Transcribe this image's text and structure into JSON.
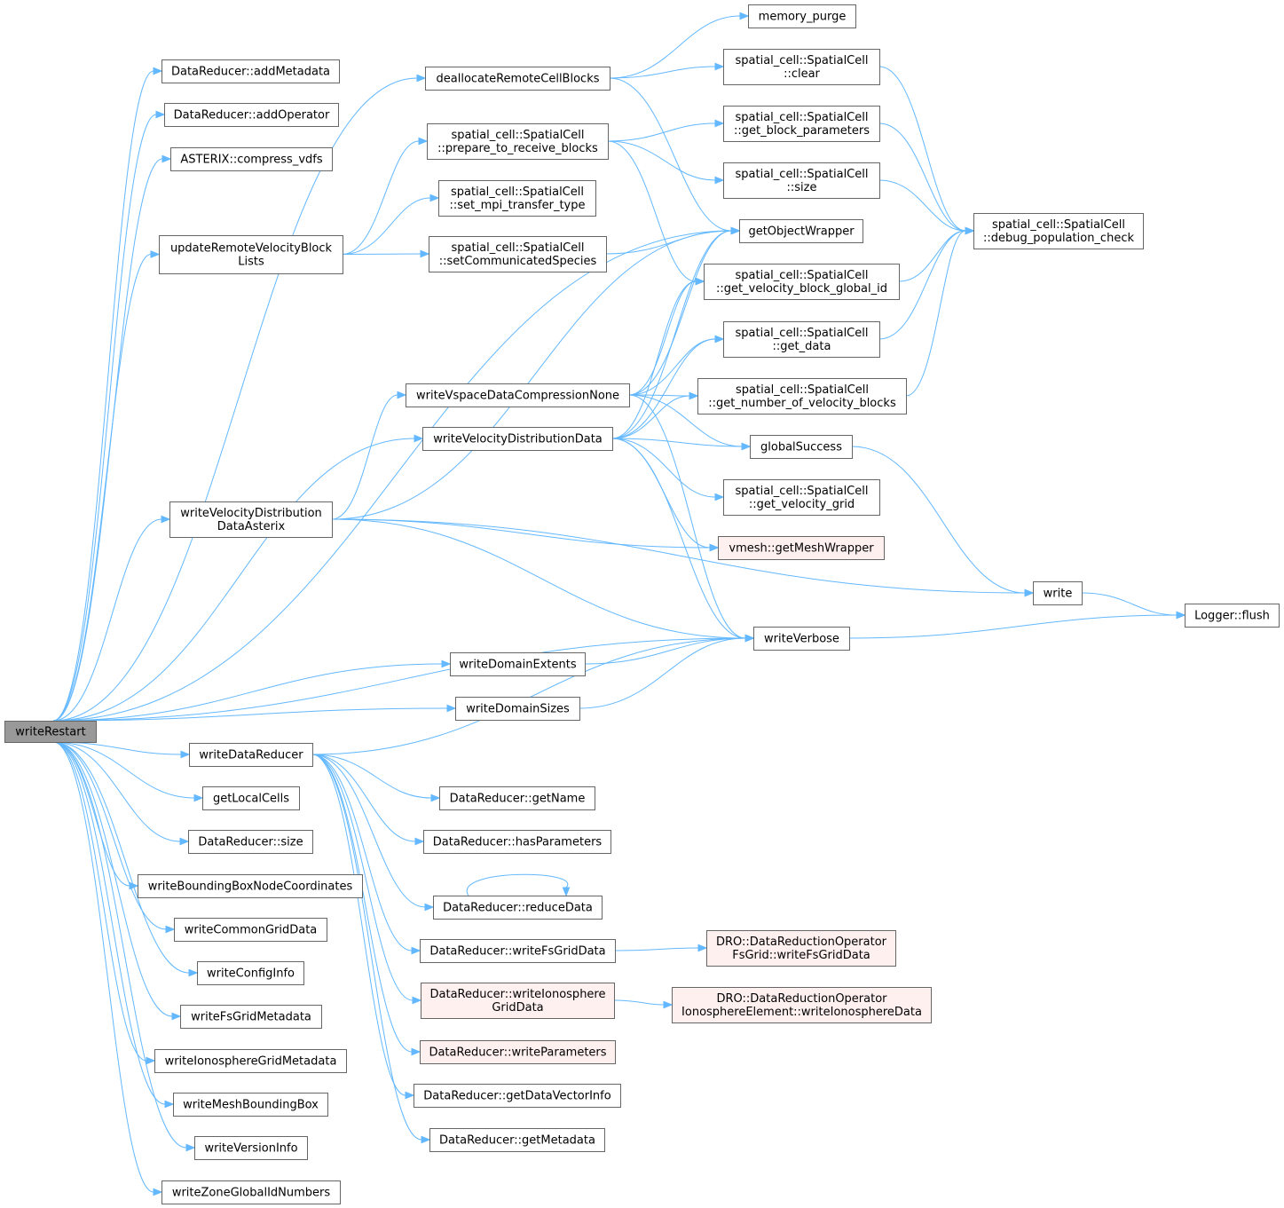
{
  "colors": {
    "edge": "#63b8ff",
    "node_fill": "#ffffff",
    "node_stroke": "#666666",
    "root_fill": "#999999",
    "error_fill": "#fff0f0",
    "error_stroke": "#ff0000"
  },
  "nodes": {
    "writeRestart": {
      "lines": [
        "writeRestart"
      ],
      "style": "root"
    },
    "addMetadata": {
      "lines": [
        "DataReducer::addMetadata"
      ]
    },
    "addOperator": {
      "lines": [
        "DataReducer::addOperator"
      ]
    },
    "compress_vdfs": {
      "lines": [
        "ASTERIX::compress_vdfs"
      ]
    },
    "updateRemote": {
      "lines": [
        "updateRemoteVelocityBlock",
        "Lists"
      ]
    },
    "wvdAsterix": {
      "lines": [
        "writeVelocityDistribution",
        "DataAsterix"
      ]
    },
    "writeDataReducer": {
      "lines": [
        "writeDataReducer"
      ]
    },
    "getLocalCells": {
      "lines": [
        "getLocalCells"
      ]
    },
    "drSize": {
      "lines": [
        "DataReducer::size"
      ]
    },
    "writeBBNC": {
      "lines": [
        "writeBoundingBoxNodeCoordinates"
      ]
    },
    "writeCommonGridData": {
      "lines": [
        "writeCommonGridData"
      ]
    },
    "writeConfigInfo": {
      "lines": [
        "writeConfigInfo"
      ]
    },
    "writeFsGridMetadata": {
      "lines": [
        "writeFsGridMetadata"
      ]
    },
    "writeIonoGridMeta": {
      "lines": [
        "writeIonosphereGridMetadata"
      ]
    },
    "writeMeshBB": {
      "lines": [
        "writeMeshBoundingBox"
      ]
    },
    "writeVersionInfo": {
      "lines": [
        "writeVersionInfo"
      ]
    },
    "writeZoneGIN": {
      "lines": [
        "writeZoneGlobalIdNumbers"
      ]
    },
    "deallocRemote": {
      "lines": [
        "deallocateRemoteCellBlocks"
      ]
    },
    "prepareRecv": {
      "lines": [
        "spatial_cell::SpatialCell",
        "::prepare_to_receive_blocks"
      ]
    },
    "setMpiTransfer": {
      "lines": [
        "spatial_cell::SpatialCell",
        "::set_mpi_transfer_type"
      ]
    },
    "setCommSpecies": {
      "lines": [
        "spatial_cell::SpatialCell",
        "::setCommunicatedSpecies"
      ]
    },
    "wvsdcNone": {
      "lines": [
        "writeVspaceDataCompressionNone"
      ]
    },
    "wvdData": {
      "lines": [
        "writeVelocityDistributionData"
      ]
    },
    "writeDomainExtents": {
      "lines": [
        "writeDomainExtents"
      ]
    },
    "writeDomainSizes": {
      "lines": [
        "writeDomainSizes"
      ]
    },
    "drGetName": {
      "lines": [
        "DataReducer::getName"
      ]
    },
    "drHasParams": {
      "lines": [
        "DataReducer::hasParameters"
      ]
    },
    "drReduceData": {
      "lines": [
        "DataReducer::reduceData"
      ]
    },
    "drWriteFsGrid": {
      "lines": [
        "DataReducer::writeFsGridData"
      ]
    },
    "drWriteIonoGrid": {
      "lines": [
        "DataReducer::writeIonosphere",
        "GridData"
      ],
      "style": "error"
    },
    "drWriteParams": {
      "lines": [
        "DataReducer::writeParameters"
      ],
      "style": "error"
    },
    "drGetDVI": {
      "lines": [
        "DataReducer::getDataVectorInfo"
      ]
    },
    "drGetMetadata": {
      "lines": [
        "DataReducer::getMetadata"
      ]
    },
    "memoryPurge": {
      "lines": [
        "memory_purge"
      ]
    },
    "scClear": {
      "lines": [
        "spatial_cell::SpatialCell",
        "::clear"
      ]
    },
    "scGetBlockParams": {
      "lines": [
        "spatial_cell::SpatialCell",
        "::get_block_parameters"
      ]
    },
    "scSize": {
      "lines": [
        "spatial_cell::SpatialCell",
        "::size"
      ]
    },
    "getObjectWrapper": {
      "lines": [
        "getObjectWrapper"
      ]
    },
    "scGetVBGI": {
      "lines": [
        "spatial_cell::SpatialCell",
        "::get_velocity_block_global_id"
      ]
    },
    "scGetData": {
      "lines": [
        "spatial_cell::SpatialCell",
        "::get_data"
      ]
    },
    "scGetNumVB": {
      "lines": [
        "spatial_cell::SpatialCell",
        "::get_number_of_velocity_blocks"
      ]
    },
    "globalSuccess": {
      "lines": [
        "globalSuccess"
      ]
    },
    "scGetVGrid": {
      "lines": [
        "spatial_cell::SpatialCell",
        "::get_velocity_grid"
      ]
    },
    "vmeshGetMW": {
      "lines": [
        "vmesh::getMeshWrapper"
      ],
      "style": "error"
    },
    "writeVerbose": {
      "lines": [
        "writeVerbose"
      ]
    },
    "droFsGrid": {
      "lines": [
        "DRO::DataReductionOperator",
        "FsGrid::writeFsGridData"
      ],
      "style": "error"
    },
    "droIono": {
      "lines": [
        "DRO::DataReductionOperator",
        "IonosphereElement::writeIonosphereData"
      ],
      "style": "error"
    },
    "scDebugPop": {
      "lines": [
        "spatial_cell::SpatialCell",
        "::debug_population_check"
      ]
    },
    "write": {
      "lines": [
        "write"
      ]
    },
    "loggerFlush": {
      "lines": [
        "Logger::flush"
      ]
    }
  },
  "edges": [
    [
      "writeRestart",
      "addMetadata"
    ],
    [
      "writeRestart",
      "addOperator"
    ],
    [
      "writeRestart",
      "compress_vdfs"
    ],
    [
      "writeRestart",
      "deallocRemote"
    ],
    [
      "writeRestart",
      "updateRemote"
    ],
    [
      "writeRestart",
      "getObjectWrapper"
    ],
    [
      "writeRestart",
      "wvdData"
    ],
    [
      "writeRestart",
      "wvdAsterix"
    ],
    [
      "writeRestart",
      "writeVerbose"
    ],
    [
      "writeRestart",
      "writeDomainExtents"
    ],
    [
      "writeRestart",
      "writeDomainSizes"
    ],
    [
      "writeRestart",
      "writeDataReducer"
    ],
    [
      "writeRestart",
      "getLocalCells"
    ],
    [
      "writeRestart",
      "drSize"
    ],
    [
      "writeRestart",
      "writeBBNC"
    ],
    [
      "writeRestart",
      "writeCommonGridData"
    ],
    [
      "writeRestart",
      "writeConfigInfo"
    ],
    [
      "writeRestart",
      "writeFsGridMetadata"
    ],
    [
      "writeRestart",
      "writeIonoGridMeta"
    ],
    [
      "writeRestart",
      "writeMeshBB"
    ],
    [
      "writeRestart",
      "writeVersionInfo"
    ],
    [
      "writeRestart",
      "writeZoneGIN"
    ],
    [
      "updateRemote",
      "prepareRecv"
    ],
    [
      "updateRemote",
      "setMpiTransfer"
    ],
    [
      "updateRemote",
      "setCommSpecies"
    ],
    [
      "deallocRemote",
      "memoryPurge"
    ],
    [
      "deallocRemote",
      "scClear"
    ],
    [
      "deallocRemote",
      "getObjectWrapper"
    ],
    [
      "prepareRecv",
      "scGetBlockParams"
    ],
    [
      "prepareRecv",
      "scSize"
    ],
    [
      "prepareRecv",
      "scGetVBGI"
    ],
    [
      "setCommSpecies",
      "getObjectWrapper"
    ],
    [
      "scClear",
      "scDebugPop"
    ],
    [
      "scGetBlockParams",
      "scDebugPop"
    ],
    [
      "scSize",
      "scDebugPop"
    ],
    [
      "scGetVBGI",
      "scDebugPop"
    ],
    [
      "scGetData",
      "scDebugPop"
    ],
    [
      "scGetNumVB",
      "scDebugPop"
    ],
    [
      "wvsdcNone",
      "getObjectWrapper"
    ],
    [
      "wvsdcNone",
      "scGetVBGI"
    ],
    [
      "wvsdcNone",
      "scGetData"
    ],
    [
      "wvsdcNone",
      "scGetNumVB"
    ],
    [
      "wvsdcNone",
      "globalSuccess"
    ],
    [
      "wvsdcNone",
      "writeVerbose"
    ],
    [
      "wvdData",
      "getObjectWrapper"
    ],
    [
      "wvdData",
      "scGetVBGI"
    ],
    [
      "wvdData",
      "scGetData"
    ],
    [
      "wvdData",
      "scGetNumVB"
    ],
    [
      "wvdData",
      "globalSuccess"
    ],
    [
      "wvdData",
      "scGetVGrid"
    ],
    [
      "wvdData",
      "vmeshGetMW"
    ],
    [
      "wvdData",
      "writeVerbose"
    ],
    [
      "wvdAsterix",
      "getObjectWrapper"
    ],
    [
      "wvdAsterix",
      "wvsdcNone"
    ],
    [
      "wvdAsterix",
      "vmeshGetMW"
    ],
    [
      "wvdAsterix",
      "write"
    ],
    [
      "wvdAsterix",
      "writeVerbose"
    ],
    [
      "globalSuccess",
      "write"
    ],
    [
      "write",
      "loggerFlush"
    ],
    [
      "writeVerbose",
      "loggerFlush"
    ],
    [
      "writeDomainExtents",
      "writeVerbose"
    ],
    [
      "writeDomainSizes",
      "writeVerbose"
    ],
    [
      "writeDataReducer",
      "writeVerbose"
    ],
    [
      "writeDataReducer",
      "drGetName"
    ],
    [
      "writeDataReducer",
      "drHasParams"
    ],
    [
      "writeDataReducer",
      "drReduceData"
    ],
    [
      "writeDataReducer",
      "drWriteFsGrid"
    ],
    [
      "writeDataReducer",
      "drWriteIonoGrid"
    ],
    [
      "writeDataReducer",
      "drWriteParams"
    ],
    [
      "writeDataReducer",
      "drGetDVI"
    ],
    [
      "writeDataReducer",
      "drGetMetadata"
    ],
    [
      "drReduceData",
      "drReduceData"
    ],
    [
      "drWriteFsGrid",
      "droFsGrid"
    ],
    [
      "drWriteIonoGrid",
      "droIono"
    ]
  ]
}
